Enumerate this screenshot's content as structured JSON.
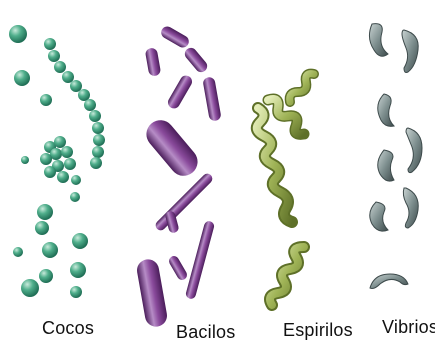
{
  "groups": [
    {
      "id": "cocos",
      "label": "Cocos",
      "color": "#3f9a7c",
      "shape": "coccus-sphere-icon"
    },
    {
      "id": "bacilos",
      "label": "Bacilos",
      "color": "#7b3c8c",
      "shape": "bacillus-rod-icon"
    },
    {
      "id": "espirilos",
      "label": "Espirilos",
      "color": "#9aae52",
      "shape": "spirillum-spiral-icon"
    },
    {
      "id": "vibrios",
      "label": "Vibrios",
      "color": "#6e7f80",
      "shape": "vibrio-comma-icon"
    }
  ]
}
